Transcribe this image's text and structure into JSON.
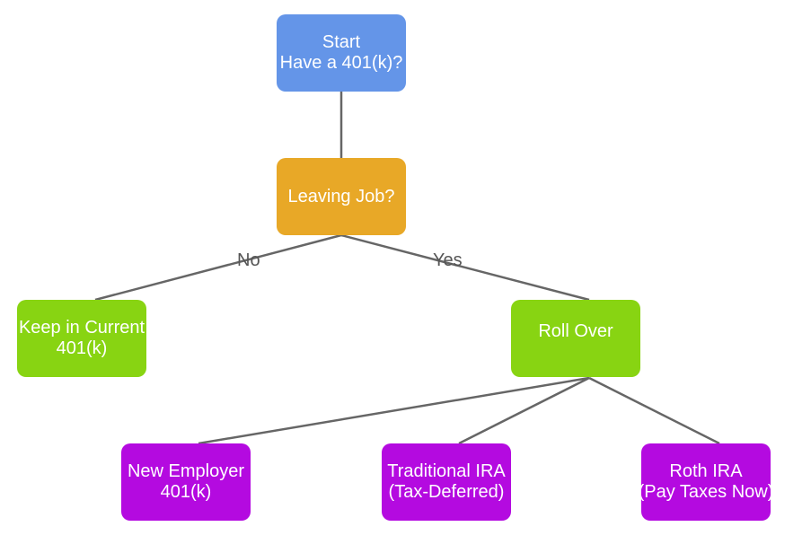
{
  "colors": {
    "start": "#6495e8",
    "decision": "#e8a827",
    "action": "#88d412",
    "option": "#b40ae0",
    "edge": "#666666",
    "edge_label": "#555555"
  },
  "nodes": {
    "start": {
      "line1": "Start",
      "line2": "Have a 401(k)?"
    },
    "leaving_job": {
      "line1": "Leaving Job?"
    },
    "keep": {
      "line1": "Keep in Current",
      "line2": "401(k)"
    },
    "roll_over": {
      "line1": "Roll Over"
    },
    "new_employer": {
      "line1": "New Employer",
      "line2": "401(k)"
    },
    "traditional_ira": {
      "line1": "Traditional IRA",
      "line2": "(Tax-Deferred)"
    },
    "roth_ira": {
      "line1": "Roth IRA",
      "line2": "(Pay Taxes Now)"
    }
  },
  "edge_labels": {
    "no": "No",
    "yes": "Yes"
  }
}
